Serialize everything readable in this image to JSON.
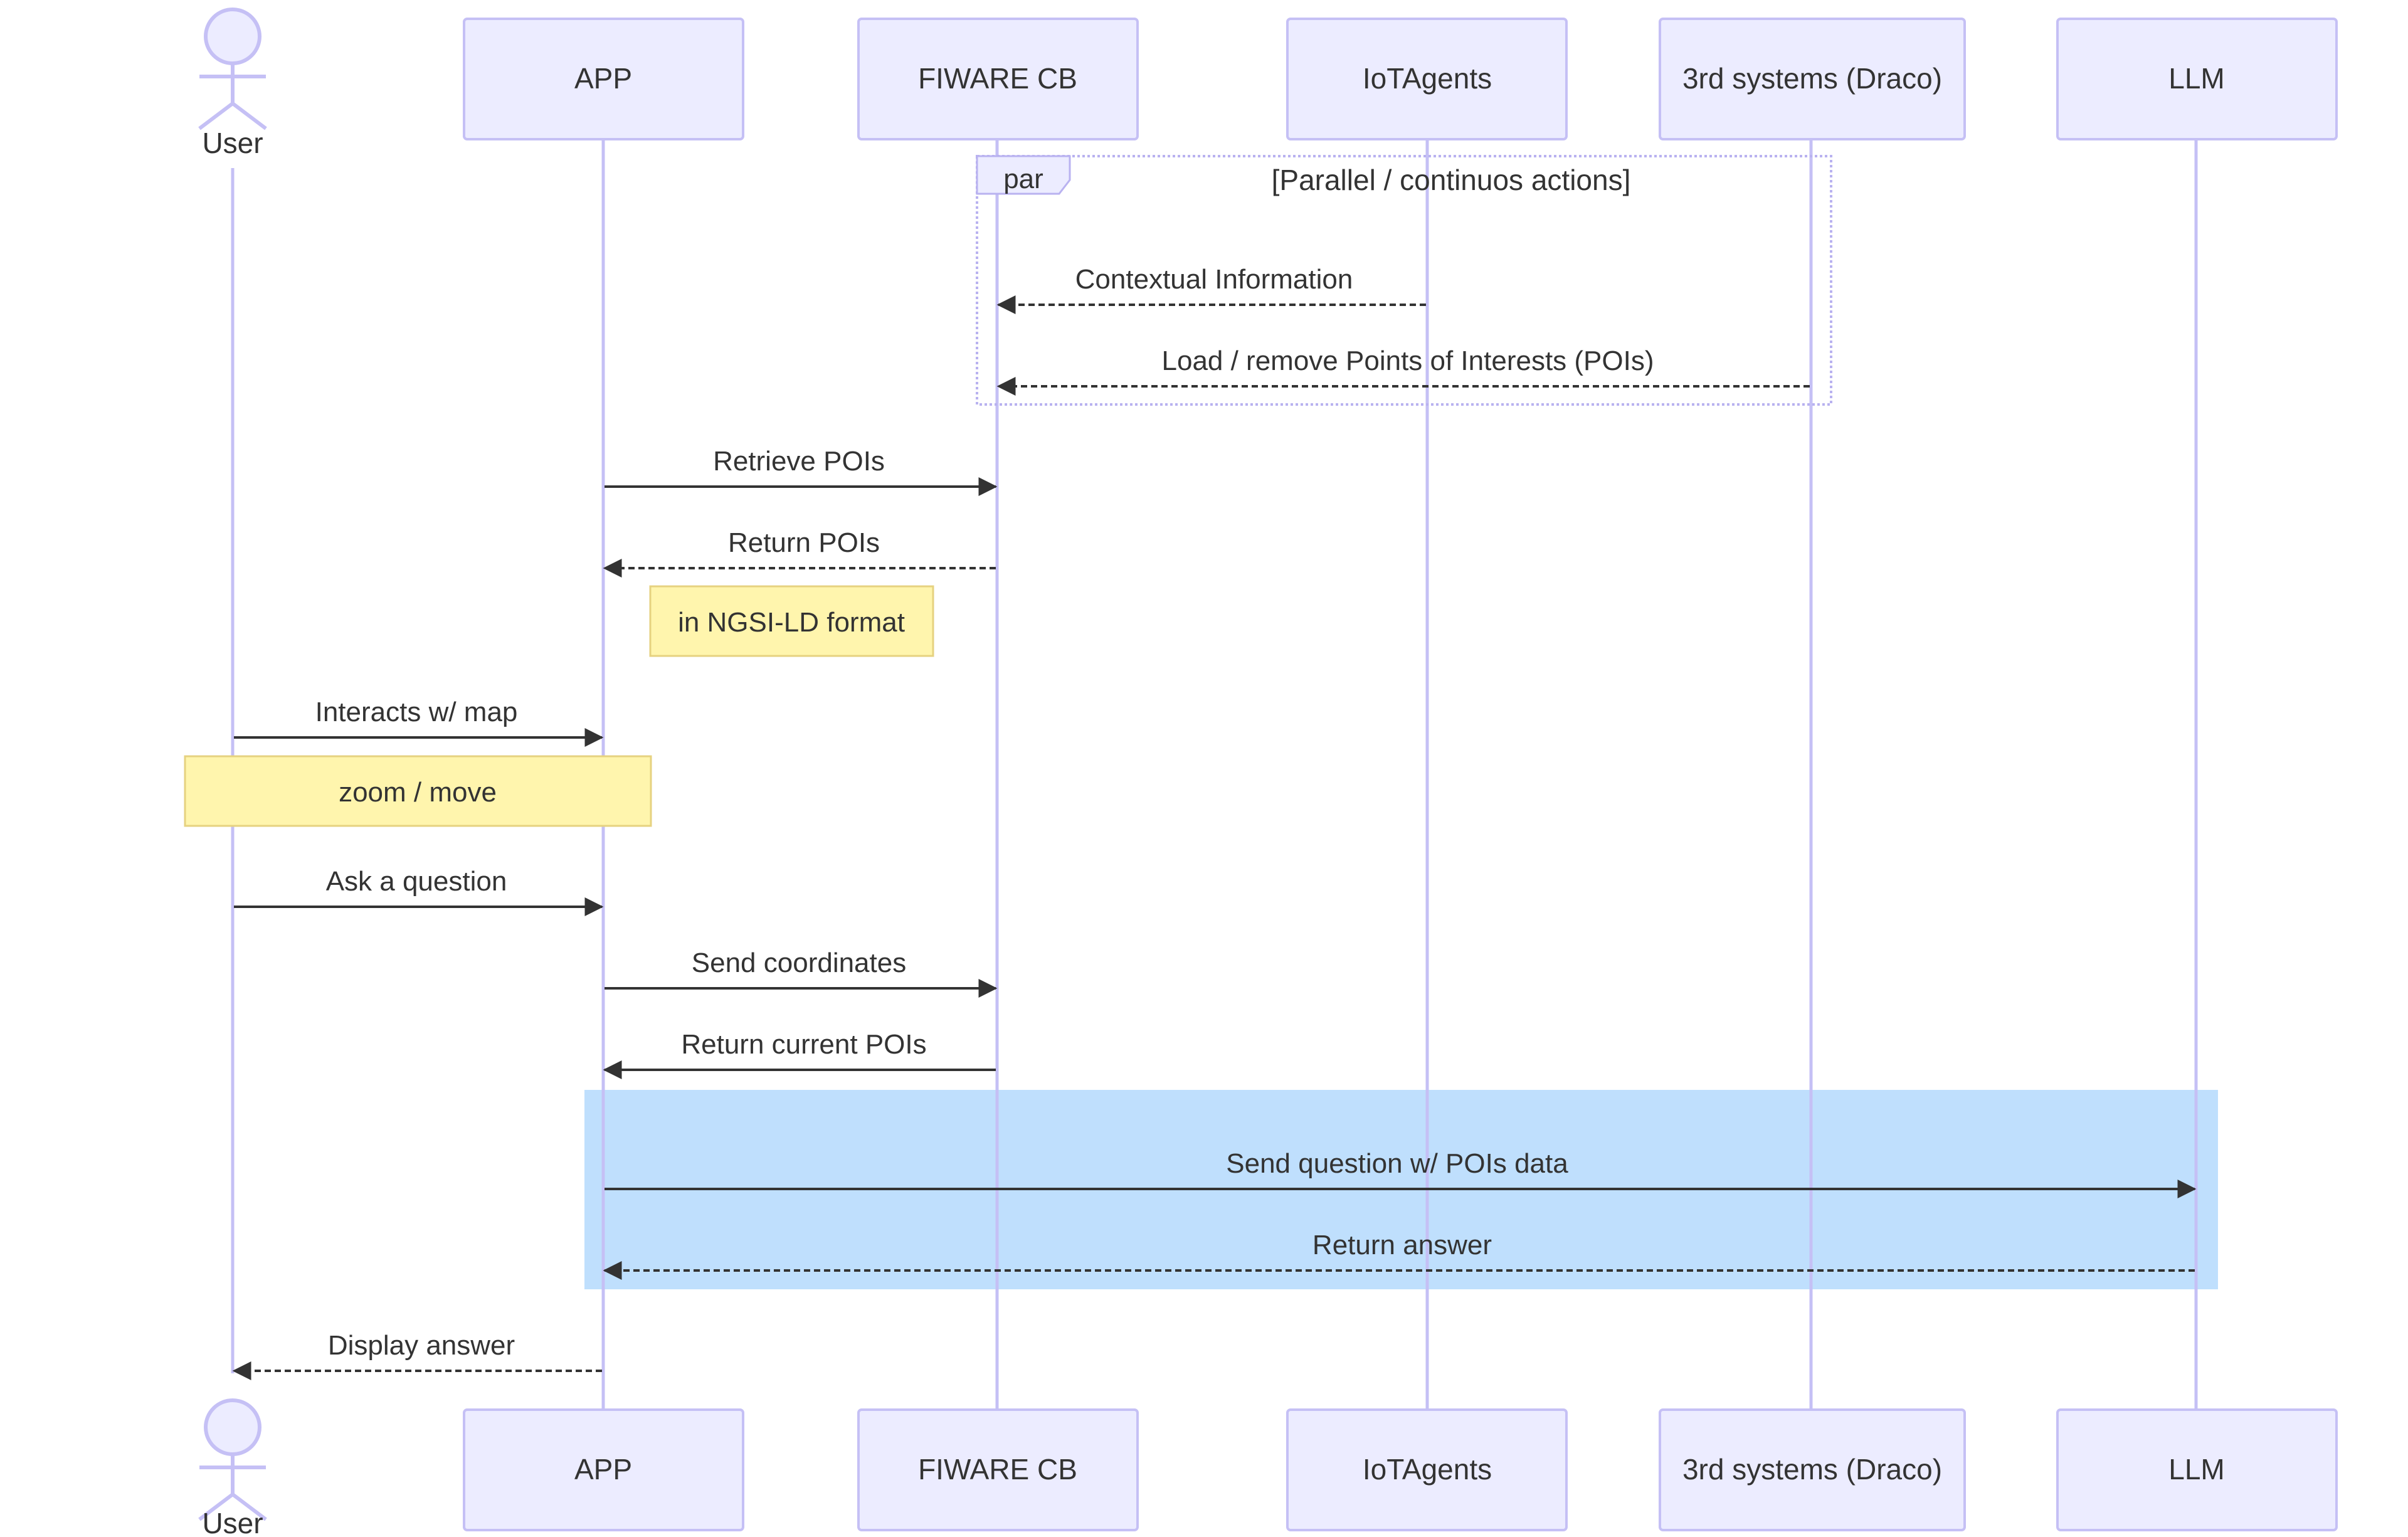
{
  "participants": [
    {
      "id": "user",
      "label": "User",
      "kind": "actor"
    },
    {
      "id": "app",
      "label": "APP",
      "kind": "box"
    },
    {
      "id": "cb",
      "label": "FIWARE CB",
      "kind": "box"
    },
    {
      "id": "iot",
      "label": "IoTAgents",
      "kind": "box"
    },
    {
      "id": "draco",
      "label": "3rd systems (Draco)",
      "kind": "box"
    },
    {
      "id": "llm",
      "label": "LLM",
      "kind": "box"
    }
  ],
  "par_block": {
    "keyword": "par",
    "title": "[Parallel / continuos actions]"
  },
  "messages": [
    {
      "from": "iot",
      "to": "cb",
      "text": "Contextual Information",
      "style": "dashed"
    },
    {
      "from": "draco",
      "to": "cb",
      "text": "Load / remove Points of Interests (POIs)",
      "style": "dashed"
    },
    {
      "from": "app",
      "to": "cb",
      "text": "Retrieve POIs",
      "style": "solid"
    },
    {
      "from": "cb",
      "to": "app",
      "text": "Return POIs",
      "style": "dashed"
    },
    {
      "from": "user",
      "to": "app",
      "text": "Interacts w/ map",
      "style": "solid"
    },
    {
      "from": "user",
      "to": "app",
      "text": "Ask a question",
      "style": "solid"
    },
    {
      "from": "app",
      "to": "cb",
      "text": "Send coordinates",
      "style": "solid"
    },
    {
      "from": "cb",
      "to": "app",
      "text": "Return current POIs",
      "style": "solid"
    },
    {
      "from": "app",
      "to": "llm",
      "text": "Send question w/ POIs data",
      "style": "solid"
    },
    {
      "from": "llm",
      "to": "app",
      "text": "Return answer",
      "style": "dashed"
    },
    {
      "from": "app",
      "to": "user",
      "text": "Display answer",
      "style": "dashed"
    }
  ],
  "notes": [
    {
      "text": "in NGSI-LD format"
    },
    {
      "text": "zoom / move"
    }
  ],
  "colors": {
    "actor_fill": "#ECECFF",
    "actor_stroke": "#9370DB",
    "lifeline": "#C5C0F5",
    "note_fill": "#FFF5AD",
    "note_stroke": "#E6D280",
    "highlight": "#BFDFFD",
    "text": "#333333",
    "arrow": "#333333",
    "par_border": "#B9B2F0"
  }
}
